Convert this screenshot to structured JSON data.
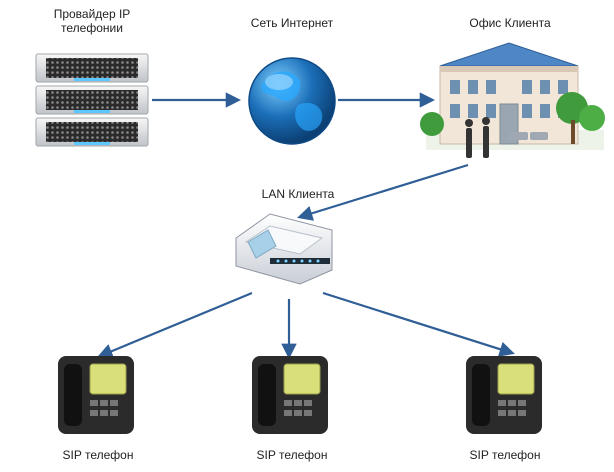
{
  "labels": {
    "provider": "Провайдер IP\nтелефонии",
    "internet": "Сеть Интернет",
    "office": "Офис Клиента",
    "lan": "LAN Клиента",
    "phone1": "SIP телефон",
    "phone2": "SIP телефон",
    "phone3": "SIP телефон"
  },
  "colors": {
    "arrow": "#2f5f96",
    "globe": "#1e6fb8",
    "server": "#dcdcdc",
    "building": "#f2e6d8",
    "roof": "#4f86c6",
    "router": "#e9ecef",
    "phone": "#2b2b2b",
    "screen": "#d9e07a"
  }
}
